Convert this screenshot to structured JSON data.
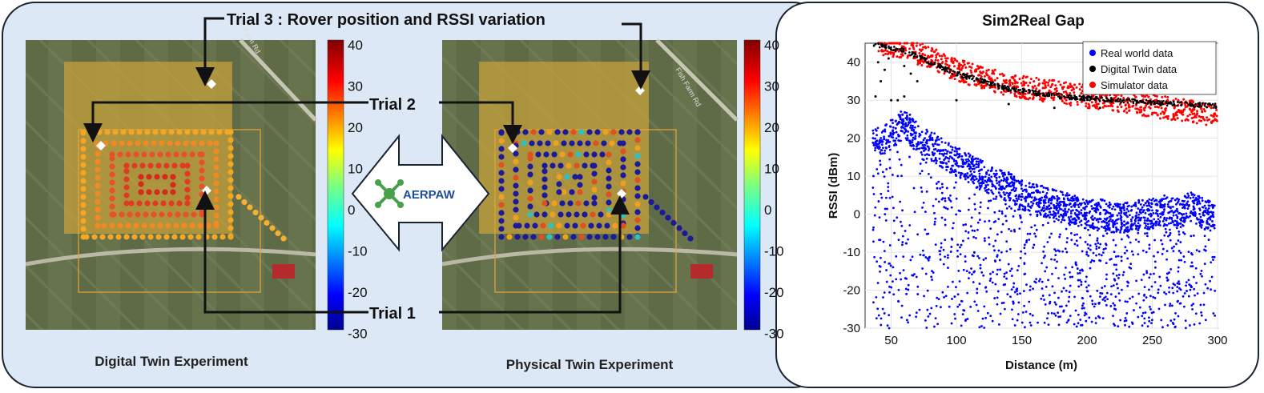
{
  "left_panel": {
    "trial3_label": "Trial 3 : Rover position and RSSI variation",
    "trial2_label": "Trial 2",
    "trial1_label": "Trial 1",
    "digital_caption": "Digital Twin Experiment",
    "physical_caption": "Physical Twin Experiment",
    "logo_text": "AERPAW",
    "road_label": "Fish Farm Rd",
    "colorbar_ticks": [
      "40",
      "30",
      "20",
      "10",
      "0",
      "-10",
      "-20",
      "-30"
    ],
    "colors": {
      "route_warm": "#e8502a",
      "route_cool": "#1a1a9a",
      "map_overlay": "#c9a23a"
    }
  },
  "chart_data": {
    "type": "scatter",
    "title": "Sim2Real Gap",
    "xlabel": "Distance (m)",
    "ylabel": "RSSI (dBm)",
    "xlim": [
      30,
      300
    ],
    "ylim": [
      -30,
      45
    ],
    "xticks": [
      "50",
      "100",
      "150",
      "200",
      "250",
      "300"
    ],
    "yticks": [
      "40",
      "30",
      "20",
      "10",
      "0",
      "-10",
      "-20",
      "-30"
    ],
    "grid": true,
    "legend": "top-right",
    "series": [
      {
        "name": "Real world data",
        "color": "#0000ff",
        "trend": [
          [
            36,
            22
          ],
          [
            50,
            25
          ],
          [
            60,
            28
          ],
          [
            70,
            24
          ],
          [
            80,
            22
          ],
          [
            90,
            20
          ],
          [
            100,
            18
          ],
          [
            110,
            16
          ],
          [
            120,
            14
          ],
          [
            130,
            12
          ],
          [
            140,
            11
          ],
          [
            150,
            9
          ],
          [
            160,
            8
          ],
          [
            170,
            7
          ],
          [
            180,
            6
          ],
          [
            190,
            5
          ],
          [
            200,
            4
          ],
          [
            210,
            4
          ],
          [
            220,
            3
          ],
          [
            230,
            3
          ],
          [
            240,
            4
          ],
          [
            250,
            4
          ],
          [
            260,
            5
          ],
          [
            270,
            4
          ],
          [
            280,
            6
          ],
          [
            290,
            4
          ],
          [
            298,
            3
          ]
        ],
        "floor": -30
      },
      {
        "name": "Digital Twin data",
        "color": "#000000",
        "trend": [
          [
            35,
            45
          ],
          [
            60,
            43
          ],
          [
            80,
            40
          ],
          [
            100,
            37
          ],
          [
            120,
            35
          ],
          [
            140,
            33
          ],
          [
            160,
            32
          ],
          [
            180,
            31
          ],
          [
            200,
            30.5
          ],
          [
            230,
            29.8
          ],
          [
            260,
            29.2
          ],
          [
            300,
            28.5
          ]
        ],
        "outliers": [
          [
            40,
            40
          ],
          [
            45,
            38
          ],
          [
            42,
            35
          ],
          [
            48,
            41
          ],
          [
            38,
            31
          ],
          [
            50,
            30
          ],
          [
            55,
            30
          ],
          [
            60,
            31
          ],
          [
            100,
            30
          ],
          [
            140,
            29
          ],
          [
            175,
            28
          ],
          [
            210,
            28
          ],
          [
            60,
            39
          ],
          [
            65,
            37
          ],
          [
            70,
            35
          ]
        ]
      },
      {
        "name": "Simulator data",
        "color": "#ff0000",
        "trend": [
          [
            40,
            45
          ],
          [
            60,
            44
          ],
          [
            80,
            41
          ],
          [
            100,
            38
          ],
          [
            120,
            36
          ],
          [
            140,
            34
          ],
          [
            160,
            33
          ],
          [
            180,
            32
          ],
          [
            200,
            31
          ],
          [
            220,
            30
          ],
          [
            240,
            29
          ],
          [
            260,
            28
          ],
          [
            280,
            27
          ],
          [
            300,
            26
          ]
        ]
      }
    ]
  }
}
